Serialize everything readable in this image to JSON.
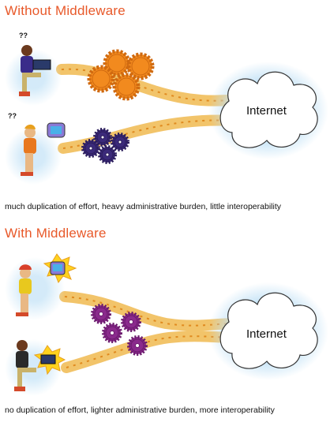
{
  "sections": [
    {
      "heading": "Without Middleware",
      "cloud_label": "Internet",
      "question_marks": "??",
      "caption": "much duplication of effort, heavy administrative burden, little interoperability"
    },
    {
      "heading": "With Middleware",
      "cloud_label": "Internet",
      "caption": "no duplication of effort, lighter administrative burden, more interoperability"
    }
  ],
  "colors": {
    "heading": "#e8592a",
    "stream": "#f2c46a",
    "stream_arrows": "#e08a1f",
    "gear_orange": "#f28a1e",
    "gear_navy": "#3b2a7a",
    "gear_purple": "#8a2a8c",
    "cloud_glow": "#bfe0f5"
  },
  "icons": [
    "person-at-laptop-icon",
    "gear-icon",
    "cloud-icon",
    "computer-burst-icon"
  ]
}
